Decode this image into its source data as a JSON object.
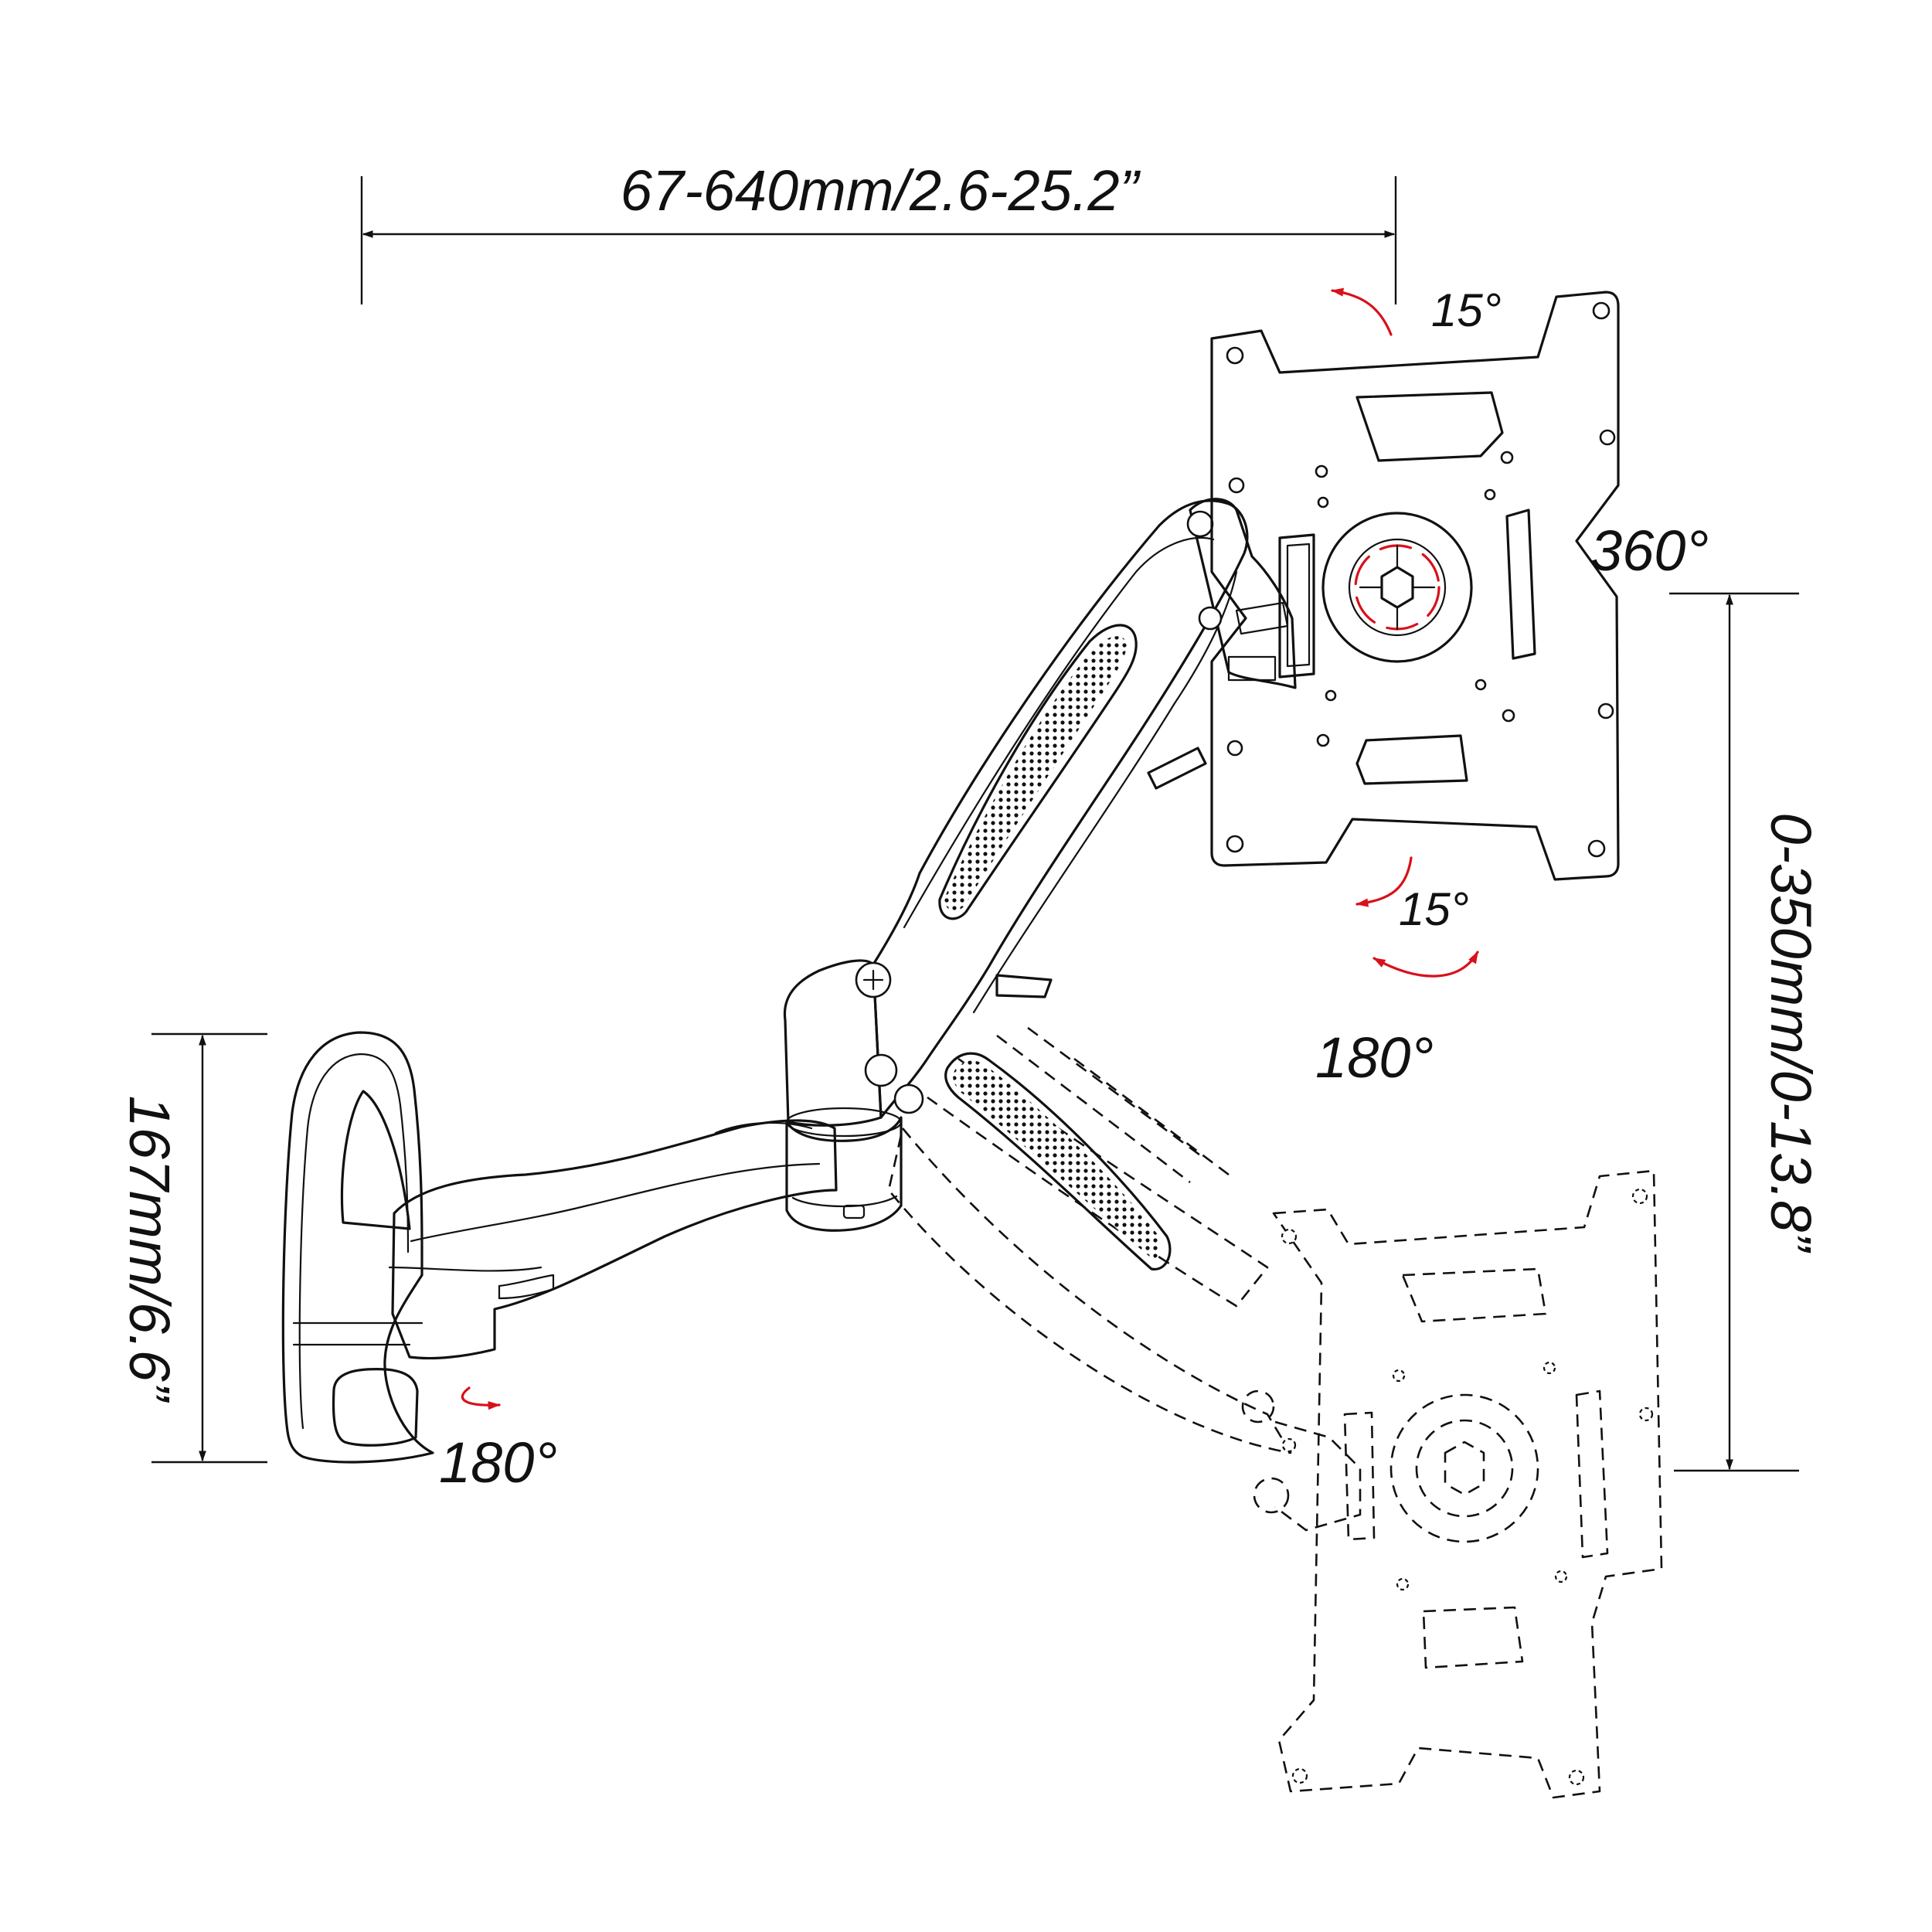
{
  "diagram": {
    "labels": {
      "reach": "67-640mm/2.6-25.2”",
      "tilt_top": "15°",
      "rotation": "360°",
      "tilt_bottom": "15°",
      "swivel_head": "180°",
      "height_adjust": "0-350mm/0-13.8”",
      "wall_plate_height": "167mm/6.6”",
      "swivel_base": "180°"
    },
    "colors": {
      "line": "#111111",
      "accent": "#d8111b",
      "background": "#ffffff"
    }
  }
}
